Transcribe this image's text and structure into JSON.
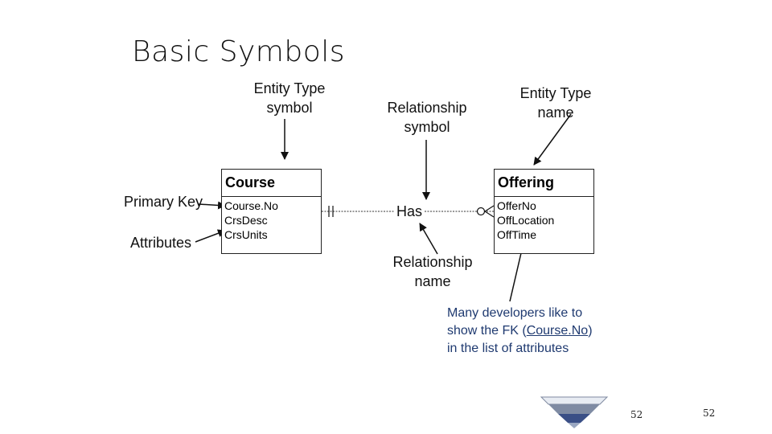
{
  "slide": {
    "title": "Basic Symbols",
    "page_number_a": "52",
    "page_number_b": "52"
  },
  "labels": {
    "entity_type_symbol_1": "Entity Type",
    "entity_type_symbol_2": "symbol",
    "relationship_symbol_1": "Relationship",
    "relationship_symbol_2": "symbol",
    "entity_type_name_1": "Entity Type",
    "entity_type_name_2": "name",
    "primary_key": "Primary Key",
    "attributes": "Attributes",
    "relationship_name_1": "Relationship",
    "relationship_name_2": "name"
  },
  "entities": [
    {
      "name": "Course",
      "attributes": [
        "Course.No",
        "CrsDesc",
        "CrsUnits"
      ]
    },
    {
      "name": "Offering",
      "attributes": [
        "OfferNo",
        "OffLocation",
        "OffTime"
      ]
    }
  ],
  "relationship": {
    "name": "Has"
  },
  "note": {
    "line1": "Many developers like to",
    "line2_pre": "show the FK (",
    "line2_fk": "Course.No",
    "line2_post": ")",
    "line3": "in the list of attributes"
  }
}
